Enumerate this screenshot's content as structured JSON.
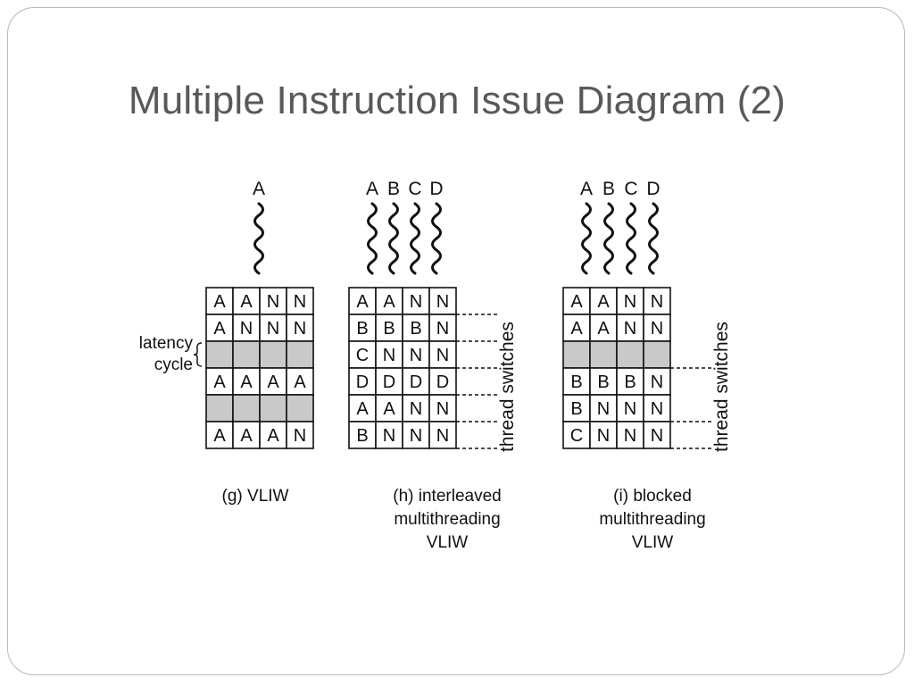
{
  "slide": {
    "title": "Multiple Instruction Issue Diagram (2)"
  },
  "panels": [
    {
      "id": "g",
      "threads": [
        "A"
      ],
      "grid": [
        [
          "A",
          "A",
          "N",
          "N"
        ],
        [
          "A",
          "N",
          "N",
          "N"
        ],
        [
          "",
          "",
          "",
          ""
        ],
        [
          "A",
          "A",
          "A",
          "A"
        ],
        [
          "",
          "",
          "",
          ""
        ],
        [
          "A",
          "A",
          "A",
          "N"
        ]
      ],
      "shaded_rows": [
        2,
        4
      ],
      "caption": [
        "(g) VLIW"
      ],
      "latency_label": [
        "latency",
        "cycle"
      ]
    },
    {
      "id": "h",
      "threads": [
        "A",
        "B",
        "C",
        "D"
      ],
      "grid": [
        [
          "A",
          "A",
          "N",
          "N"
        ],
        [
          "B",
          "B",
          "B",
          "N"
        ],
        [
          "C",
          "N",
          "N",
          "N"
        ],
        [
          "D",
          "D",
          "D",
          "D"
        ],
        [
          "A",
          "A",
          "N",
          "N"
        ],
        [
          "B",
          "N",
          "N",
          "N"
        ]
      ],
      "shaded_rows": [],
      "caption": [
        "(h) interleaved",
        "multithreading",
        "VLIW"
      ],
      "side_label": "thread switches"
    },
    {
      "id": "i",
      "threads": [
        "A",
        "B",
        "C",
        "D"
      ],
      "grid": [
        [
          "A",
          "A",
          "N",
          "N"
        ],
        [
          "A",
          "A",
          "N",
          "N"
        ],
        [
          "",
          "",
          "",
          ""
        ],
        [
          "B",
          "B",
          "B",
          "N"
        ],
        [
          "B",
          "N",
          "N",
          "N"
        ],
        [
          "C",
          "N",
          "N",
          "N"
        ]
      ],
      "shaded_rows": [
        2
      ],
      "caption": [
        "(i) blocked",
        "multithreading",
        "VLIW"
      ],
      "side_label": "thread switches"
    }
  ]
}
